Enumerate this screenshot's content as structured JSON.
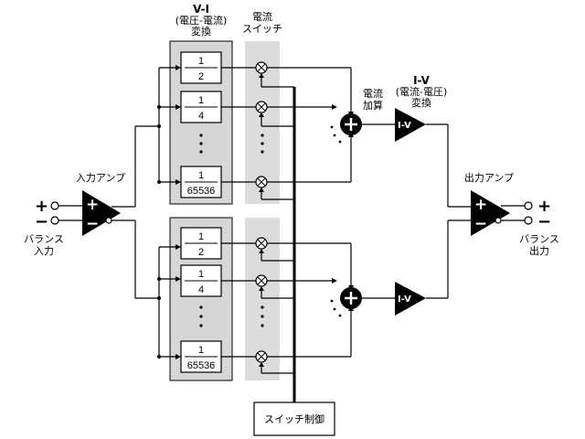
{
  "labels": {
    "vi_title": "V-I",
    "vi_sub": "(電圧-電流)",
    "vi_sub2": "変換",
    "switch_l1": "電流",
    "switch_l2": "スイッチ",
    "adder_l1": "電流",
    "adder_l2": "加算",
    "iv_title": "I-V",
    "iv_sub": "(電流-電圧)",
    "iv_sub2": "変換",
    "input_amp": "入力アンプ",
    "output_amp": "出力アンプ",
    "balanced_in_l1": "バランス",
    "balanced_in_l2": "入力",
    "balanced_out_l1": "バランス",
    "balanced_out_l2": "出力",
    "switch_control": "スイッチ制御",
    "plus": "+",
    "minus": "−",
    "iv_block": "I-V"
  },
  "fractions": {
    "top": [
      {
        "num": "1",
        "den": "2"
      },
      {
        "num": "1",
        "den": "4"
      },
      {
        "num": "1",
        "den": "65536"
      }
    ],
    "bottom": [
      {
        "num": "1",
        "den": "2"
      },
      {
        "num": "1",
        "den": "4"
      },
      {
        "num": "1",
        "den": "65536"
      }
    ]
  }
}
